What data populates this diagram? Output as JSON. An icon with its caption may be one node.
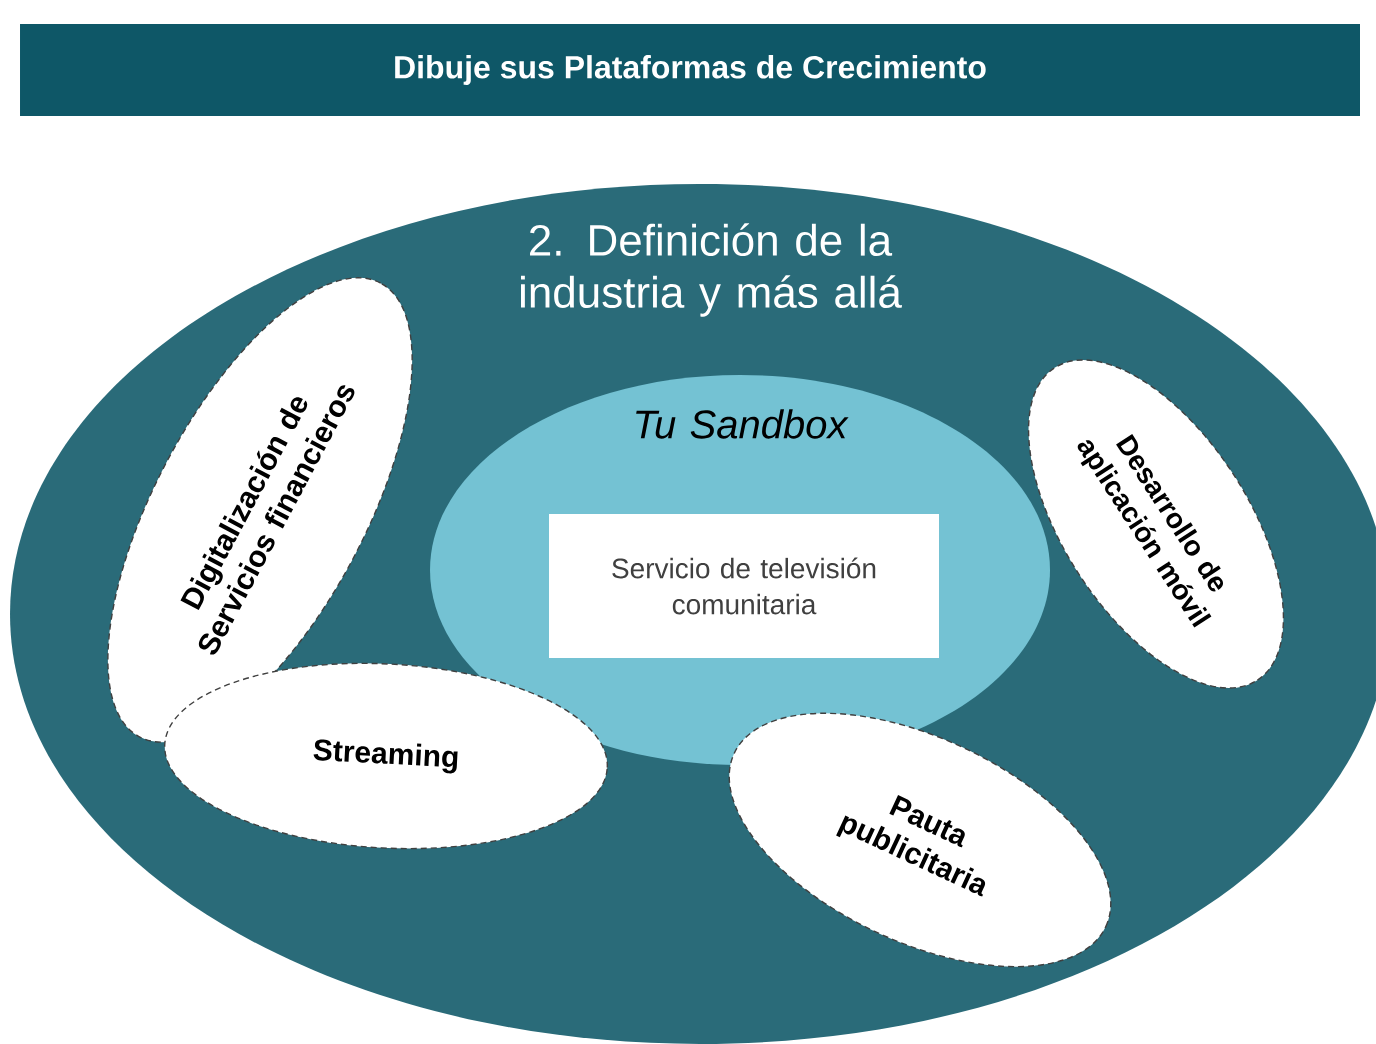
{
  "diagram": {
    "title": "Dibuje sus Plataformas de Crecimiento",
    "nodes": [
      {
        "text": [
          "2. Definición de la industria y más allá"
        ]
      },
      {
        "text": [
          "Tu Sandbox"
        ],
        "in": 0
      },
      {
        "text": [
          "Servicio de televisión comunitaria"
        ],
        "in": 1
      },
      {
        "text": [
          "Digitalización de Servicios financieros"
        ],
        "in": 0
      },
      {
        "text": [
          "Desarrollo de aplicación móvil"
        ],
        "in": 0
      },
      {
        "text": [
          "Streaming"
        ],
        "in": 0
      },
      {
        "text": [
          "Pauta publicitaria"
        ],
        "in": 0
      }
    ]
  }
}
